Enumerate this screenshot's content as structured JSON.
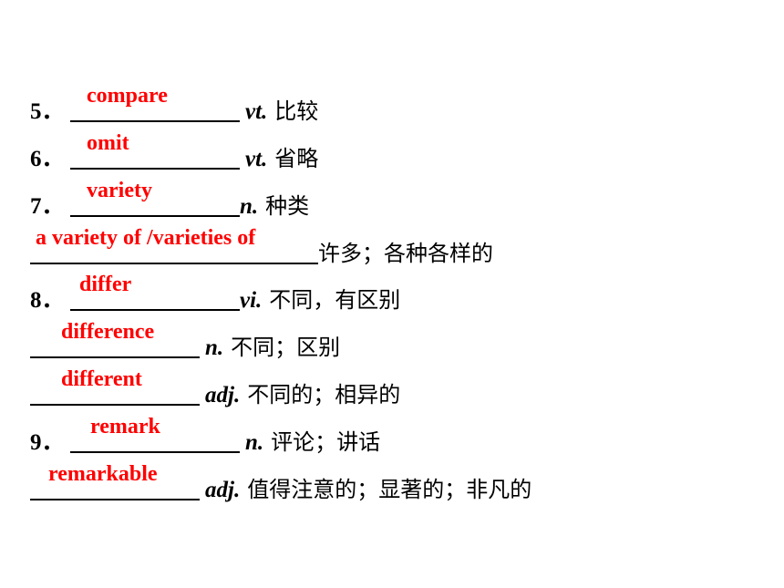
{
  "items": [
    {
      "num": "5．",
      "answer": "compare",
      "pos": "vt.",
      "meaning": "比较"
    },
    {
      "num": "6．",
      "answer": "omit",
      "pos": "vt.",
      "meaning": "省略"
    },
    {
      "num": "7．",
      "answer": "variety",
      "pos": "n.",
      "meaning": "种类"
    },
    {
      "num": "",
      "answer": "a variety of /varieties of",
      "pos": "",
      "meaning": "许多；各种各样的"
    },
    {
      "num": "8．",
      "answer": "differ",
      "pos": "vi.",
      "meaning": "不同，有区别"
    },
    {
      "num": "",
      "answer": "difference",
      "pos": "n.",
      "meaning": "不同；区别"
    },
    {
      "num": "",
      "answer": "different",
      "pos": "adj.",
      "meaning": "不同的；相异的"
    },
    {
      "num": "9．",
      "answer": "remark",
      "pos": "n.",
      "meaning": "评论；讲话"
    },
    {
      "num": "",
      "answer": "remarkable",
      "pos": "adj.",
      "meaning": "值得注意的；显著的；非凡的"
    }
  ]
}
